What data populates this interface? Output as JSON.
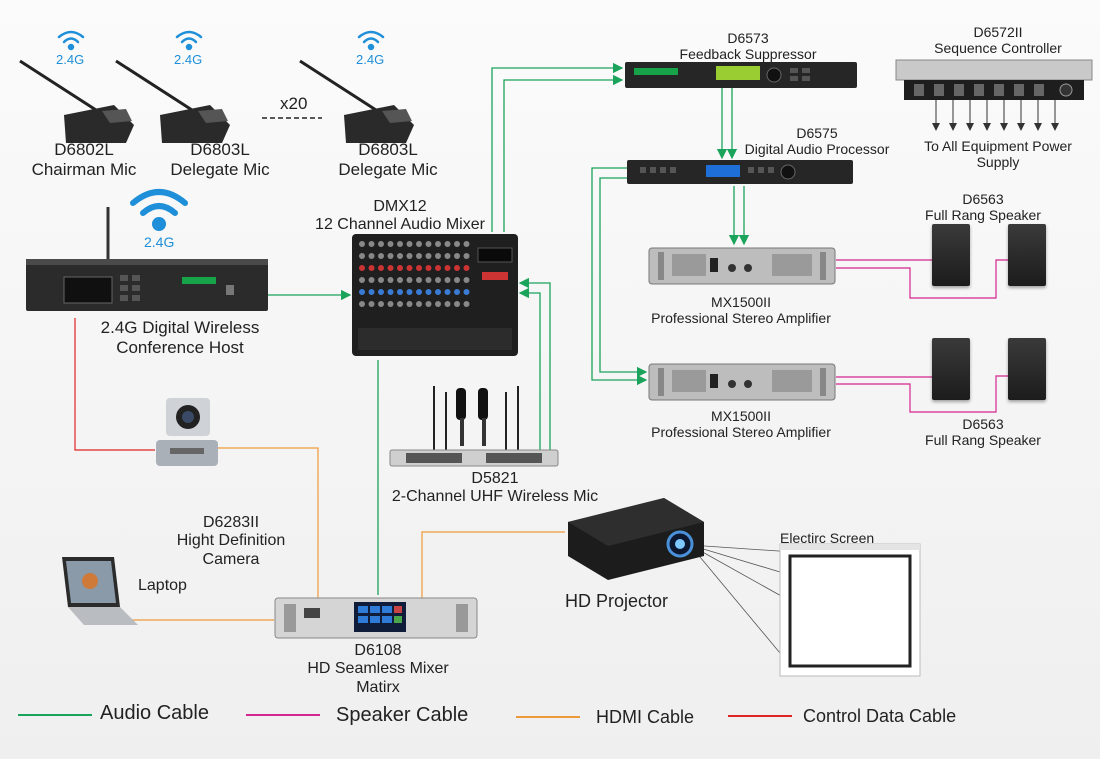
{
  "colors": {
    "audio": "#1aa35a",
    "speaker": "#d4258f",
    "hdmi": "#ef9a3a",
    "control": "#e02424",
    "wifi": "#1e8fd8"
  },
  "wifi_labels": [
    "2.4G",
    "2.4G",
    "2.4G",
    "2.4G"
  ],
  "mics": {
    "chairman": {
      "model": "D6802L",
      "name": "Chairman Mic"
    },
    "delegate1": {
      "model": "D6803L",
      "name": "Delegate Mic"
    },
    "delegate2": {
      "model": "D6803L",
      "name": "Delegate Mic"
    },
    "count": "x20"
  },
  "host": {
    "line1": "2.4G Digital Wireless",
    "line2": "Conference Host"
  },
  "mixer": {
    "model": "DMX12",
    "name": "12 Channel  Audio Mixer"
  },
  "feedback": {
    "model": "D6573",
    "name": "Feedback Suppressor"
  },
  "sequencer": {
    "model": "D6572II",
    "name": "Sequence Controller"
  },
  "power": {
    "line1": "To All Equipment Power",
    "line2": "Supply"
  },
  "processor": {
    "model": "D6575",
    "name": "Digital Audio Processor"
  },
  "amp1": {
    "model": "MX1500II",
    "name": "Professional Stereo Amplifier"
  },
  "amp2": {
    "model": "MX1500II",
    "name": "Professional Stereo Amplifier"
  },
  "speakers_top": {
    "model": "D6563",
    "name": "Full Rang Speaker"
  },
  "speakers_bottom": {
    "model": "D6563",
    "name": "Full Rang Speaker"
  },
  "uhf": {
    "model": "D5821",
    "name": "2-Channel UHF Wireless Mic"
  },
  "camera": {
    "model": "D6283II",
    "line1": "Hight Definition",
    "line2": "Camera"
  },
  "laptop": {
    "name": "Laptop"
  },
  "matrix": {
    "model": "D6108",
    "line1": "HD Seamless Mixer",
    "line2": "Matirx"
  },
  "projector": {
    "name": "HD Projector"
  },
  "screen": {
    "name": "Electirc Screen"
  },
  "legend": {
    "audio": "Audio Cable",
    "speaker": "Speaker Cable",
    "hdmi": "HDMI Cable",
    "control": "Control Data Cable"
  }
}
